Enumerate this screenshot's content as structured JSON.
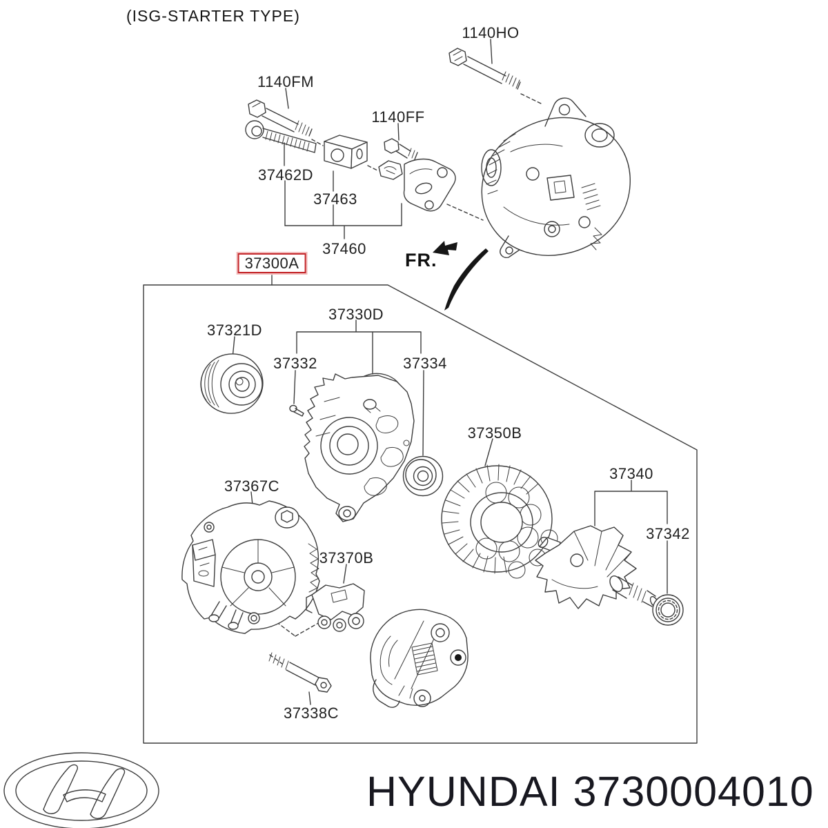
{
  "header": {
    "title": "(ISG-STARTER TYPE)"
  },
  "diagram": {
    "type": "exploded-parts-diagram",
    "direction_label": "FR.",
    "selected_part": "37300A",
    "labels": {
      "p1140ho": "1140HO",
      "p1140fm": "1140FM",
      "p1140ff": "1140FF",
      "p37462d": "37462D",
      "p37463": "37463",
      "p37460": "37460",
      "p37300a": "37300A",
      "p37321d": "37321D",
      "p37330d": "37330D",
      "p37332": "37332",
      "p37334": "37334",
      "p37350b": "37350B",
      "p37340": "37340",
      "p37342": "37342",
      "p37367c": "37367C",
      "p37370b": "37370B",
      "p37338c": "37338C"
    }
  },
  "footer": {
    "brand": "HYUNDAI",
    "part_number": "3730004010"
  },
  "colors": {
    "highlight_box": "#c3262a",
    "line_art": "#3c3c3c",
    "background": "#ffffff",
    "text": "#1e1e1e"
  },
  "icons": {
    "logo": "hyundai-logo",
    "direction_arrow": "fr-direction-arrow"
  }
}
